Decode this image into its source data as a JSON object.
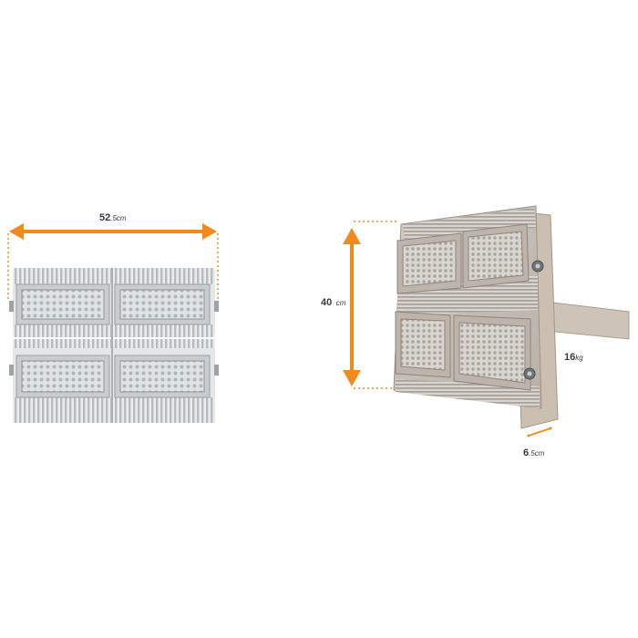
{
  "accent_color": "#f08a1c",
  "front_view": {
    "width_value": "52",
    "width_unit": ".5cm"
  },
  "side_view": {
    "height_value": "40",
    "height_unit": "cm",
    "weight_value": "16",
    "weight_unit": "kg",
    "depth_value": "6",
    "depth_unit": ".5cm"
  }
}
